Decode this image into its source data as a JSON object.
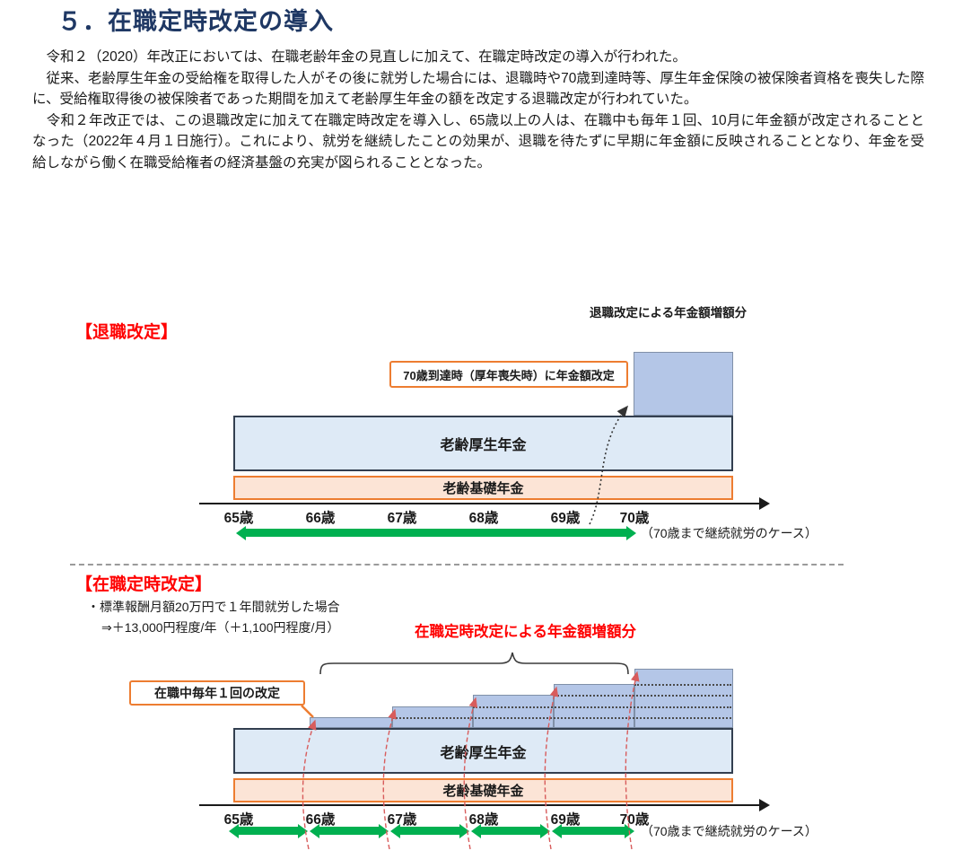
{
  "page": {
    "title": "５．在職定時改定の導入",
    "paragraphs": [
      "　令和２（2020）年改正においては、在職老齢年金の見直しに加えて、在職定時改定の導入が行われた。",
      "　従来、老齢厚生年金の受給権を取得した人がその後に就労した場合には、退職時や70歳到達時等、厚生年金保険の被保険者資格を喪失した際に、受給権取得後の被保険者であった期間を加えて老齢厚生年金の額を改定する退職改定が行われていた。",
      "　令和２年改正では、この退職改定に加えて在職定時改定を導入し、65歳以上の人は、在職中も毎年１回、10月に年金額が改定されることとなった（2022年４月１日施行）。これにより、就労を継続したことの効果が、退職を待たずに早期に年金額に反映されることとなり、年金を受給しながら働く在職受給権者の経済基盤の充実が図られることとなった。"
    ]
  },
  "colors": {
    "title": "#1F3864",
    "red": "#FF0000",
    "orange": "#ED7D31",
    "green": "#00B050",
    "block_fill": "#B4C6E7",
    "kosei_fill": "#DEEAF6",
    "kiso_fill": "#FCE4D6"
  },
  "diagram1": {
    "label": "【退職改定】",
    "increase_label": "退職改定による年金額増額分",
    "callout": "70歳到達時（厚年喪失時）に年金額改定",
    "kosei_bar": "老齢厚生年金",
    "kiso_bar": "老齢基礎年金",
    "ages": [
      "65歳",
      "66歳",
      "67歳",
      "68歳",
      "69歳",
      "70歳"
    ],
    "case_note": "（70歳まで継続就労のケース）"
  },
  "diagram2": {
    "label": "【在職定時改定】",
    "note_line1": "・標準報酬月額20万円で１年間就労した場合",
    "note_line2": "⇒＋13,000円程度/年（＋1,100円程度/月）",
    "increase_label": "在職定時改定による年金額増額分",
    "callout": "在職中毎年１回の改定",
    "kosei_bar": "老齢厚生年金",
    "kiso_bar": "老齢基礎年金",
    "ages": [
      "65歳",
      "66歳",
      "67歳",
      "68歳",
      "69歳",
      "70歳"
    ],
    "case_note": "（70歳まで継続就労のケース）"
  }
}
